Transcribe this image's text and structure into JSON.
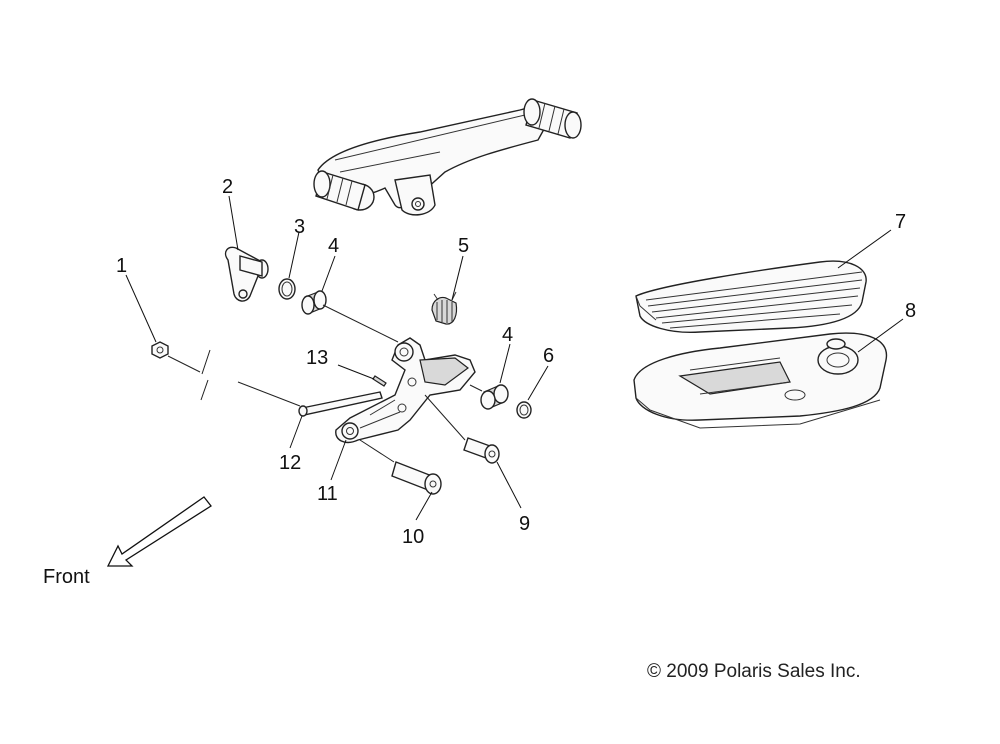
{
  "callouts": [
    "1",
    "2",
    "3",
    "4",
    "5",
    "4",
    "6",
    "7",
    "8",
    "9",
    "10",
    "11",
    "12",
    "13"
  ],
  "front_label": "Front",
  "copyright": "© 2009 Polaris Sales Inc."
}
